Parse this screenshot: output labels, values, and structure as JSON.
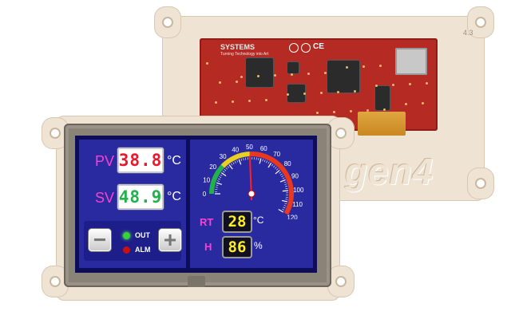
{
  "back_board": {
    "brand": "SYSTEMS",
    "brand_sub": "Turning Technology into Art",
    "version": "4.3",
    "logo_text": "gen4"
  },
  "display": {
    "pv": {
      "label": "PV",
      "value": "38.8",
      "unit": "°C"
    },
    "sv": {
      "label": "SV",
      "value": "48.9",
      "unit": "°C"
    },
    "minus_key": "−",
    "plus_key": "+",
    "out_label": "OUT",
    "alm_label": "ALM",
    "gauge": {
      "ticks": [
        "0",
        "10",
        "20",
        "30",
        "40",
        "50",
        "60",
        "70",
        "80",
        "90",
        "100",
        "110",
        "120"
      ],
      "needle_value": 50,
      "max": 120
    },
    "rt": {
      "label": "RT",
      "value": "28",
      "unit": "°C"
    },
    "h": {
      "label": "H",
      "value": "86",
      "unit": "%"
    }
  },
  "colors": {
    "pv_value": "#e8192c",
    "sv_value": "#22b14c",
    "led_out": "#35d335",
    "led_alm": "#cc1010",
    "panel": "#2a2aa0"
  }
}
